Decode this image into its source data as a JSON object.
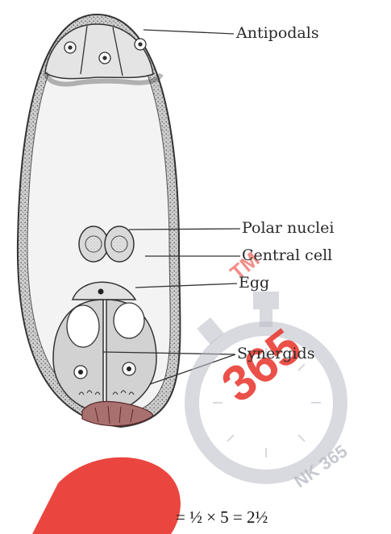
{
  "labels": {
    "antipodals": "Antipodals",
    "polar_nuclei": "Polar nuclei",
    "central_cell": "Central cell",
    "egg": "Egg",
    "synergids": "Synergids"
  },
  "formula": "= ½ × 5 = 2½",
  "watermark": {
    "tm": "TM",
    "number": "365",
    "side_text": "NK 365",
    "brand_color": "#e8322a",
    "grey_color": "#b9bcc4"
  }
}
